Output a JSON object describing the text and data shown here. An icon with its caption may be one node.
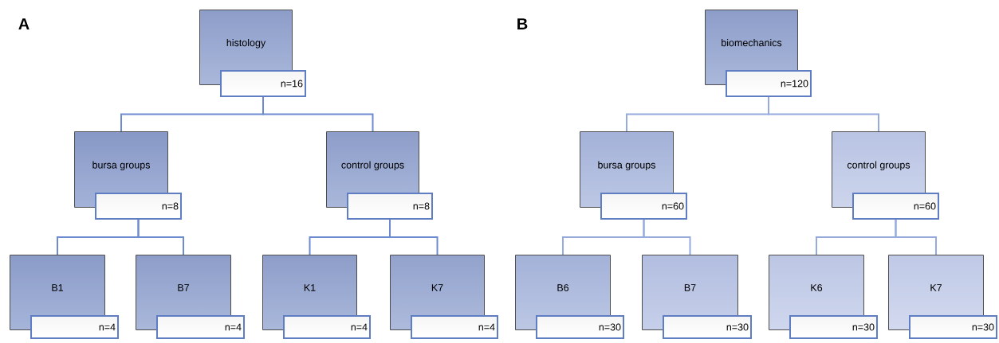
{
  "diagram": {
    "nodes": [
      {
        "text": [
          "histology",
          "n=16"
        ]
      },
      {
        "text": [
          "bursa groups",
          "n=8"
        ]
      },
      {
        "text": [
          "control groups",
          "n=8"
        ]
      },
      {
        "text": [
          "B1",
          "n=4"
        ]
      },
      {
        "text": [
          "B7",
          "n=4"
        ]
      },
      {
        "text": [
          "K1",
          "n=4"
        ]
      },
      {
        "text": [
          "K7",
          "n=4"
        ]
      },
      {
        "text": [
          "biomechanics",
          "n=120"
        ]
      },
      {
        "text": [
          "bursa groups",
          "n=60"
        ]
      },
      {
        "text": [
          "control groups",
          "n=60"
        ]
      },
      {
        "text": [
          "B6",
          "n=30"
        ]
      },
      {
        "text": [
          "B7",
          "n=30"
        ]
      },
      {
        "text": [
          "K6",
          "n=30"
        ]
      },
      {
        "text": [
          "K7",
          "n=30"
        ]
      }
    ],
    "edges": [
      {
        "from": 0,
        "to": 1,
        "arrow": "none"
      },
      {
        "from": 0,
        "to": 2,
        "arrow": "none"
      },
      {
        "from": 1,
        "to": 3,
        "arrow": "none"
      },
      {
        "from": 1,
        "to": 4,
        "arrow": "none"
      },
      {
        "from": 2,
        "to": 5,
        "arrow": "none"
      },
      {
        "from": 2,
        "to": 6,
        "arrow": "none"
      },
      {
        "from": 7,
        "to": 8,
        "arrow": "none"
      },
      {
        "from": 7,
        "to": 9,
        "arrow": "none"
      },
      {
        "from": 8,
        "to": 10,
        "arrow": "none"
      },
      {
        "from": 8,
        "to": 11,
        "arrow": "none"
      },
      {
        "from": 9,
        "to": 12,
        "arrow": "none"
      },
      {
        "from": 9,
        "to": 13,
        "arrow": "none"
      }
    ],
    "labels": [
      "A",
      "B"
    ]
  }
}
